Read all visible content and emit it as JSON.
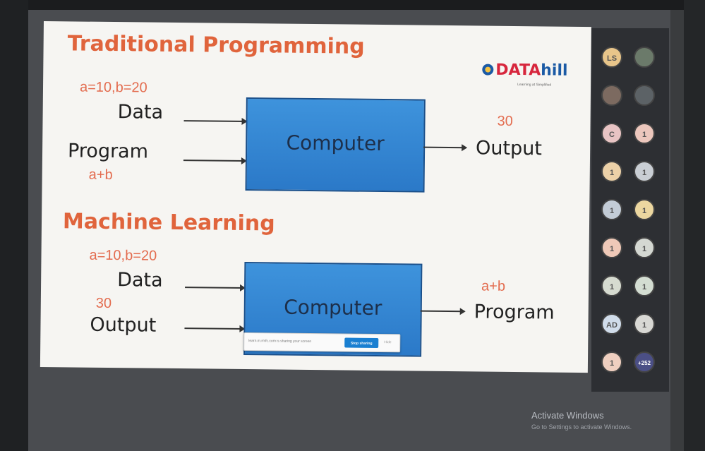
{
  "slide": {
    "heading_traditional": "Traditional Programming",
    "heading_ml": "Machine Learning",
    "logo": {
      "part1": "DATA",
      "part2": "hill",
      "tagline": "Learning at Simplified"
    },
    "traditional": {
      "data_example": "a=10,b=20",
      "data_label": "Data",
      "program_label": "Program",
      "program_example": "a+b",
      "box_label": "Computer",
      "output_example": "30",
      "output_label": "Output"
    },
    "ml": {
      "data_example": "a=10,b=20",
      "data_label": "Data",
      "output_example": "30",
      "output_label": "Output",
      "box_label": "Computer",
      "program_example": "a+b",
      "program_label": "Program"
    }
  },
  "share_bar": {
    "message": "learn.m.rmfc.com is sharing your screen",
    "stop_label": "Stop sharing",
    "hide_label": "Hide"
  },
  "participants": [
    {
      "initials": "LS",
      "bg": "#e8c58a",
      "name": ""
    },
    {
      "initials": "",
      "bg": "#6b7a6a",
      "name": ""
    },
    {
      "initials": "",
      "bg": "#7c6a60",
      "name": ""
    },
    {
      "initials": "",
      "bg": "#5c6266",
      "name": ""
    },
    {
      "initials": "C",
      "bg": "#e8c4c4",
      "name": ""
    },
    {
      "initials": "1",
      "bg": "#ecc7bd",
      "name": ""
    },
    {
      "initials": "1",
      "bg": "#ecd1a8",
      "name": ""
    },
    {
      "initials": "1",
      "bg": "#c9ced4",
      "name": ""
    },
    {
      "initials": "1",
      "bg": "#c3ccd6",
      "name": ""
    },
    {
      "initials": "1",
      "bg": "#ecd7a0",
      "name": ""
    },
    {
      "initials": "1",
      "bg": "#efc9b8",
      "name": ""
    },
    {
      "initials": "1",
      "bg": "#d4d8d2",
      "name": ""
    },
    {
      "initials": "1",
      "bg": "#d6dbd0",
      "name": ""
    },
    {
      "initials": "1",
      "bg": "#d3ddd2",
      "name": ""
    },
    {
      "initials": "AD",
      "bg": "#d0dcea",
      "name": ""
    },
    {
      "initials": "1",
      "bg": "#d8d8d4",
      "name": ""
    },
    {
      "initials": "1",
      "bg": "#efcfc0",
      "name": ""
    },
    {
      "initials": "+252",
      "bg": "#4b4f86",
      "name": ""
    }
  ],
  "windows_watermark": {
    "title": "Activate Windows",
    "subtitle": "Go to Settings to activate Windows."
  }
}
